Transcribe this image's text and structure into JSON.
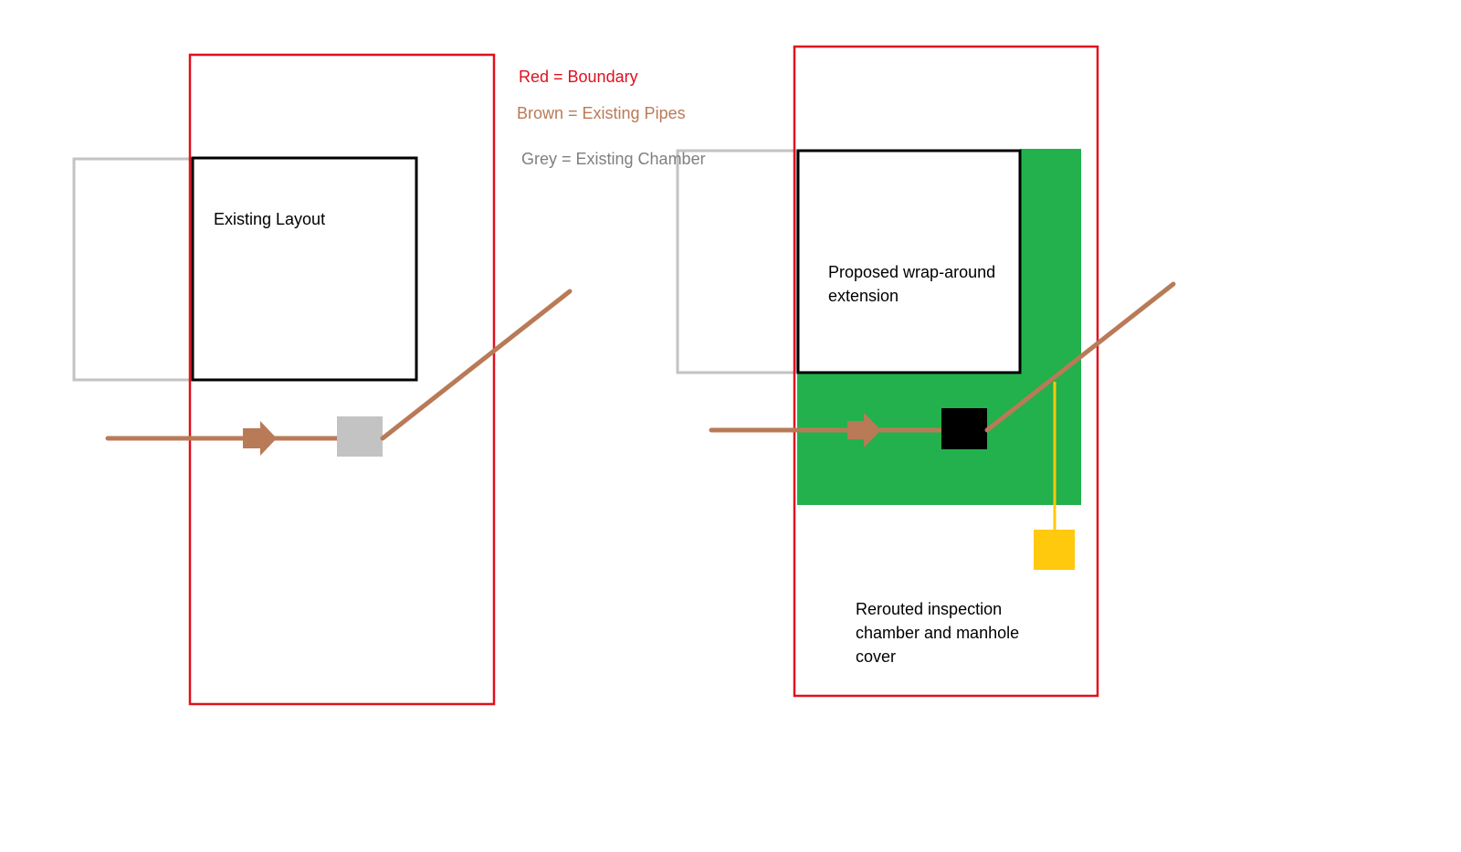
{
  "legend": {
    "red": "Red = Boundary",
    "brown": "Brown = Existing Pipes",
    "grey": "Grey = Existing Chamber"
  },
  "left_panel": {
    "label": "Existing Layout"
  },
  "right_panel": {
    "label_line1": "Proposed wrap-around",
    "label_line2": "extension",
    "note_line1": "Rerouted inspection",
    "note_line2": "chamber and manhole",
    "note_line3": "cover"
  },
  "colors": {
    "boundary": "#e0101e",
    "pipe": "#b97a57",
    "chamber": "#c3c3c3",
    "extension": "#22b14c",
    "new_chamber": "#000000",
    "manhole": "#ffc90e"
  }
}
